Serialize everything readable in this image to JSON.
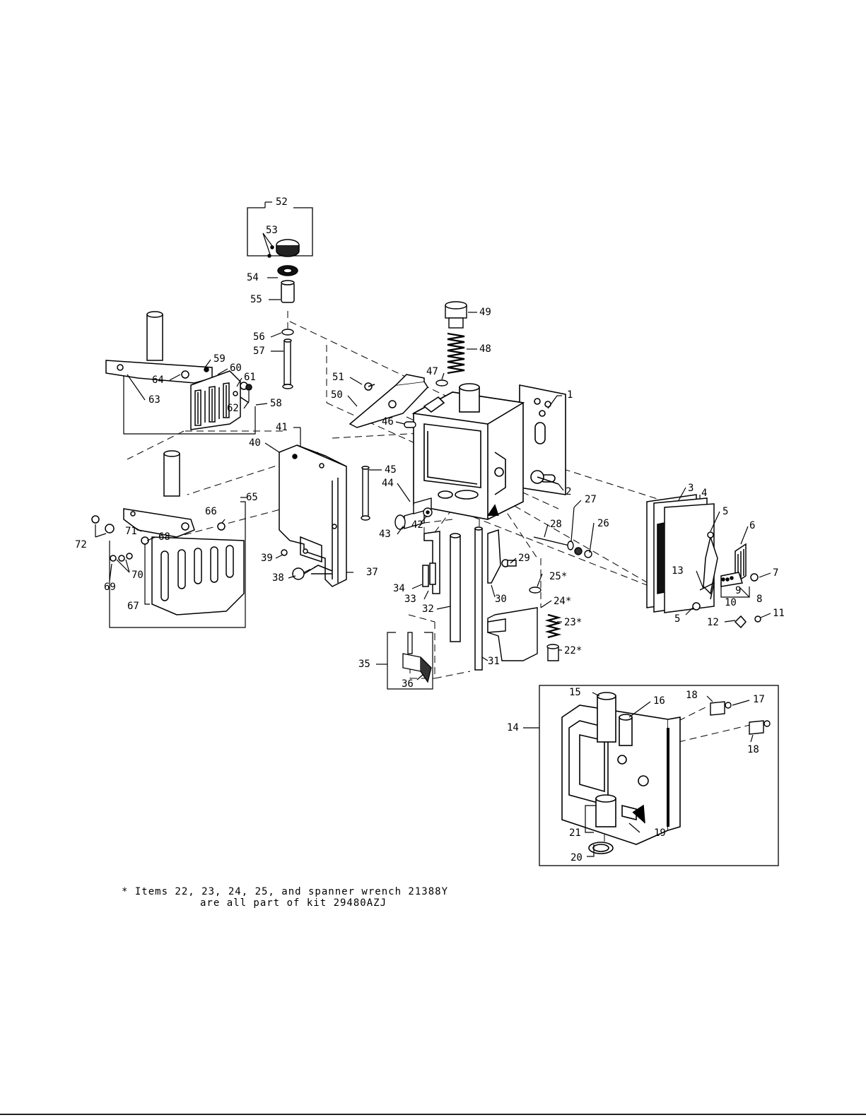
{
  "diagram": {
    "callouts": [
      {
        "id": "1",
        "label": "1"
      },
      {
        "id": "2",
        "label": "2"
      },
      {
        "id": "3",
        "label": "3"
      },
      {
        "id": "4",
        "label": "4"
      },
      {
        "id": "5a",
        "label": "5"
      },
      {
        "id": "5b",
        "label": "5"
      },
      {
        "id": "6",
        "label": "6"
      },
      {
        "id": "7",
        "label": "7"
      },
      {
        "id": "8",
        "label": "8"
      },
      {
        "id": "9",
        "label": "9"
      },
      {
        "id": "10",
        "label": "10"
      },
      {
        "id": "11",
        "label": "11"
      },
      {
        "id": "12",
        "label": "12"
      },
      {
        "id": "13",
        "label": "13"
      },
      {
        "id": "14",
        "label": "14"
      },
      {
        "id": "15",
        "label": "15"
      },
      {
        "id": "16",
        "label": "16"
      },
      {
        "id": "17",
        "label": "17"
      },
      {
        "id": "18a",
        "label": "18"
      },
      {
        "id": "18b",
        "label": "18"
      },
      {
        "id": "19",
        "label": "19"
      },
      {
        "id": "20",
        "label": "20"
      },
      {
        "id": "21",
        "label": "21"
      },
      {
        "id": "22",
        "label": "22*"
      },
      {
        "id": "23",
        "label": "23*"
      },
      {
        "id": "24",
        "label": "24*"
      },
      {
        "id": "25",
        "label": "25*"
      },
      {
        "id": "26",
        "label": "26"
      },
      {
        "id": "27",
        "label": "27"
      },
      {
        "id": "28",
        "label": "28"
      },
      {
        "id": "29",
        "label": "29"
      },
      {
        "id": "30",
        "label": "30"
      },
      {
        "id": "31",
        "label": "31"
      },
      {
        "id": "32",
        "label": "32"
      },
      {
        "id": "33",
        "label": "33"
      },
      {
        "id": "34",
        "label": "34"
      },
      {
        "id": "35",
        "label": "35"
      },
      {
        "id": "36",
        "label": "36"
      },
      {
        "id": "37",
        "label": "37"
      },
      {
        "id": "38",
        "label": "38"
      },
      {
        "id": "39",
        "label": "39"
      },
      {
        "id": "40",
        "label": "40"
      },
      {
        "id": "41",
        "label": "41"
      },
      {
        "id": "42",
        "label": "42"
      },
      {
        "id": "43",
        "label": "43"
      },
      {
        "id": "44",
        "label": "44"
      },
      {
        "id": "45",
        "label": "45"
      },
      {
        "id": "46",
        "label": "46"
      },
      {
        "id": "47",
        "label": "47"
      },
      {
        "id": "48",
        "label": "48"
      },
      {
        "id": "49",
        "label": "49"
      },
      {
        "id": "50",
        "label": "50"
      },
      {
        "id": "51",
        "label": "51"
      },
      {
        "id": "52",
        "label": "52"
      },
      {
        "id": "53",
        "label": "53"
      },
      {
        "id": "54",
        "label": "54"
      },
      {
        "id": "55",
        "label": "55"
      },
      {
        "id": "56",
        "label": "56"
      },
      {
        "id": "57",
        "label": "57"
      },
      {
        "id": "58",
        "label": "58"
      },
      {
        "id": "59",
        "label": "59"
      },
      {
        "id": "60",
        "label": "60"
      },
      {
        "id": "61",
        "label": "61"
      },
      {
        "id": "62",
        "label": "62"
      },
      {
        "id": "63",
        "label": "63"
      },
      {
        "id": "64",
        "label": "64"
      },
      {
        "id": "65",
        "label": "65"
      },
      {
        "id": "66",
        "label": "66"
      },
      {
        "id": "67",
        "label": "67"
      },
      {
        "id": "68",
        "label": "68"
      },
      {
        "id": "69",
        "label": "69"
      },
      {
        "id": "70",
        "label": "70"
      },
      {
        "id": "71",
        "label": "71"
      },
      {
        "id": "72",
        "label": "72"
      }
    ]
  },
  "footnote": {
    "line1": "* Items 22, 23, 24, 25, and spanner wrench 21388Y",
    "line2": "are all part of kit 29480AZJ"
  }
}
